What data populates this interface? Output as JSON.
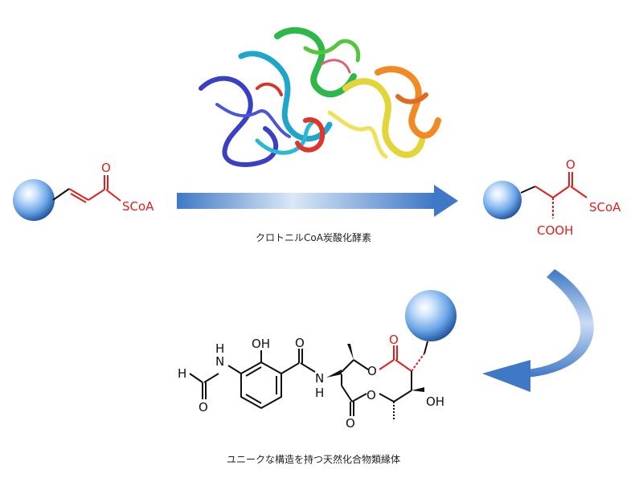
{
  "colors": {
    "reaction_red": "#e0201b",
    "bond_black": "#111111",
    "sphere_light": "#eaf4ff",
    "sphere_mid": "#6aa6e6",
    "sphere_dark": "#1d4f9c",
    "arrow_blue": "#3f78c6"
  },
  "substrate": {
    "carbonyl_oxygen": "O",
    "thioester_group": "SCoA"
  },
  "reaction": {
    "enzyme_caption": "クロトニルCoA炭酸化酵素",
    "enzyme_image": "crotonyl-CoA carboxylase/reductase protein ribbon structure (rainbow colored)"
  },
  "product_intermediate": {
    "carbonyl_oxygen": "O",
    "thioester_group": "SCoA",
    "carboxyl_group": "COOH"
  },
  "final_product": {
    "caption": "ユニークな構造を持つ天然化合物類縁体",
    "formyl_h": "H",
    "formyl_o": "O",
    "amide_nh_top": "H",
    "amide_nh_top_n": "N",
    "phenol_oh": "OH",
    "benzamide_o": "O",
    "amide_n": "N",
    "amide_h": "H",
    "ring_o_top": "O",
    "ring_o_bottom": "O",
    "lactone_o_top": "O",
    "lactone_o_bottom": "O",
    "hydroxyl": "OH"
  }
}
